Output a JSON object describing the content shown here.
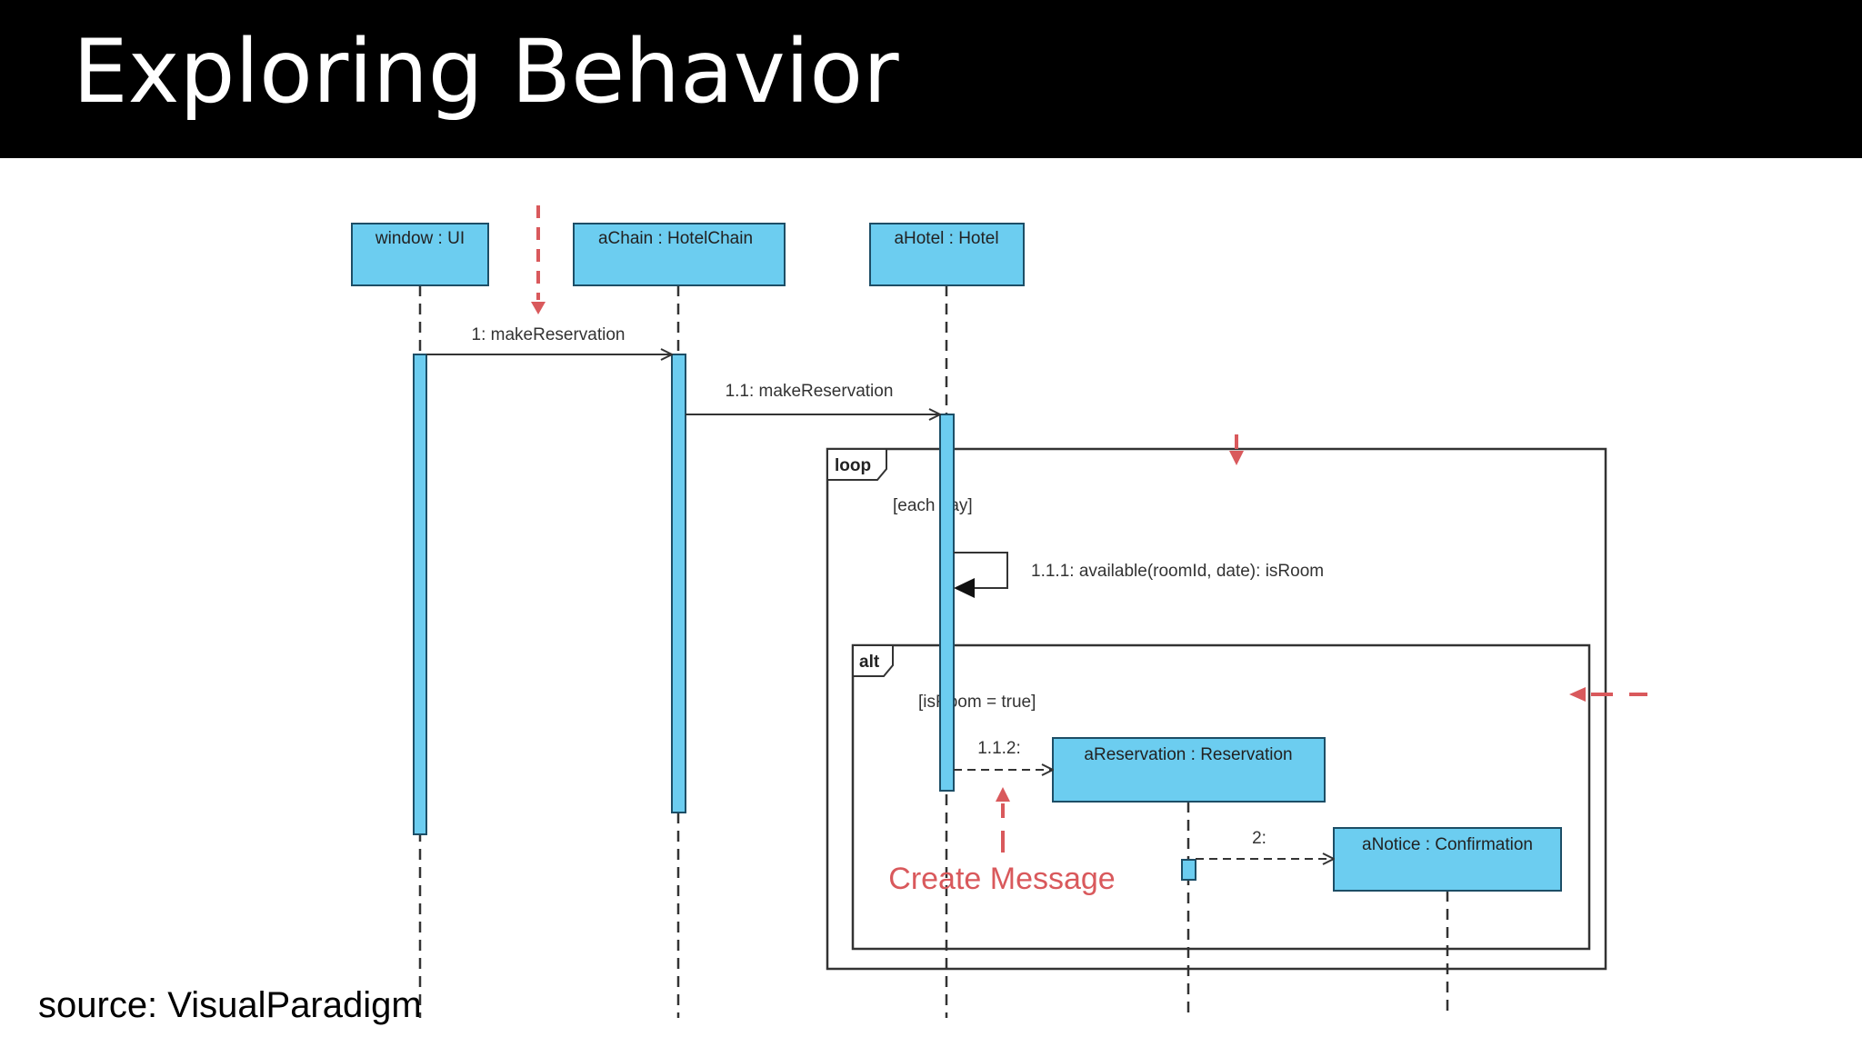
{
  "slide": {
    "title": "Exploring Behavior",
    "source": "source: VisualParadigm"
  },
  "diagram": {
    "lifelines": [
      {
        "id": "window",
        "label": "window : UI"
      },
      {
        "id": "chain",
        "label": "aChain : HotelChain"
      },
      {
        "id": "hotel",
        "label": "aHotel : Hotel"
      },
      {
        "id": "reservation",
        "label": "aReservation : Reservation"
      },
      {
        "id": "notice",
        "label": "aNotice : Confirmation"
      }
    ],
    "messages": [
      {
        "id": "m1",
        "label": "1: makeReservation"
      },
      {
        "id": "m2",
        "label": "1.1: makeReservation"
      },
      {
        "id": "m3",
        "label": "1.1.1: available(roomId, date): isRoom"
      },
      {
        "id": "m4",
        "label": "1.1.2:"
      },
      {
        "id": "m5",
        "label": "2:"
      }
    ],
    "fragments": {
      "loop": {
        "operator": "loop",
        "guard": "[each day]"
      },
      "alt": {
        "operator": "alt",
        "guard": "[isRoom = true]"
      }
    },
    "annotation": "Create Message",
    "colors": {
      "box_fill": "#6ccdf0",
      "box_stroke": "#1d4e66",
      "annotation": "#d9595c",
      "line": "#333333"
    }
  }
}
